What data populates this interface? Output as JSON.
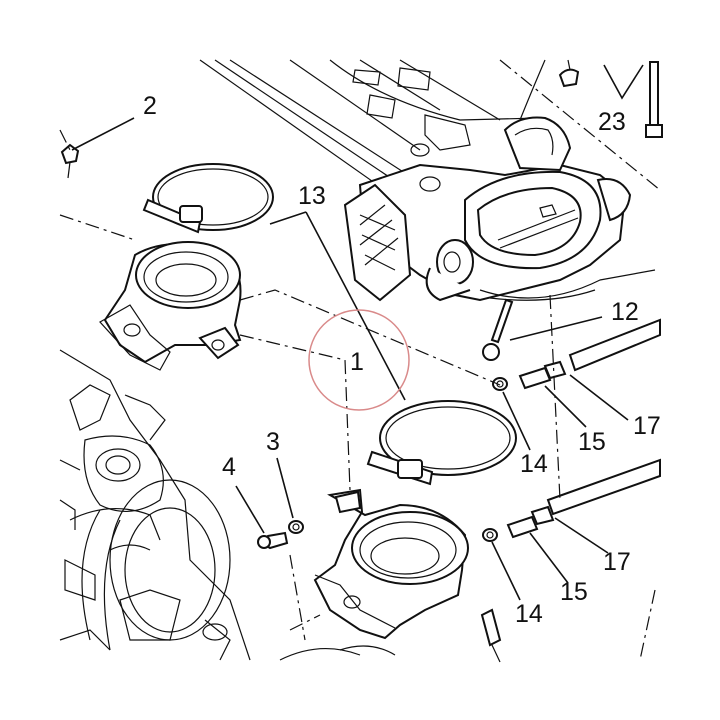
{
  "diagram": {
    "callouts": {
      "c1": "1",
      "c2": "2",
      "c3": "3",
      "c4": "4",
      "c12": "12",
      "c13": "13",
      "c14a": "14",
      "c14b": "14",
      "c15a": "15",
      "c15b": "15",
      "c17a": "17",
      "c17b": "17",
      "c23": "23"
    },
    "highlight_color": "#d98a8a"
  }
}
